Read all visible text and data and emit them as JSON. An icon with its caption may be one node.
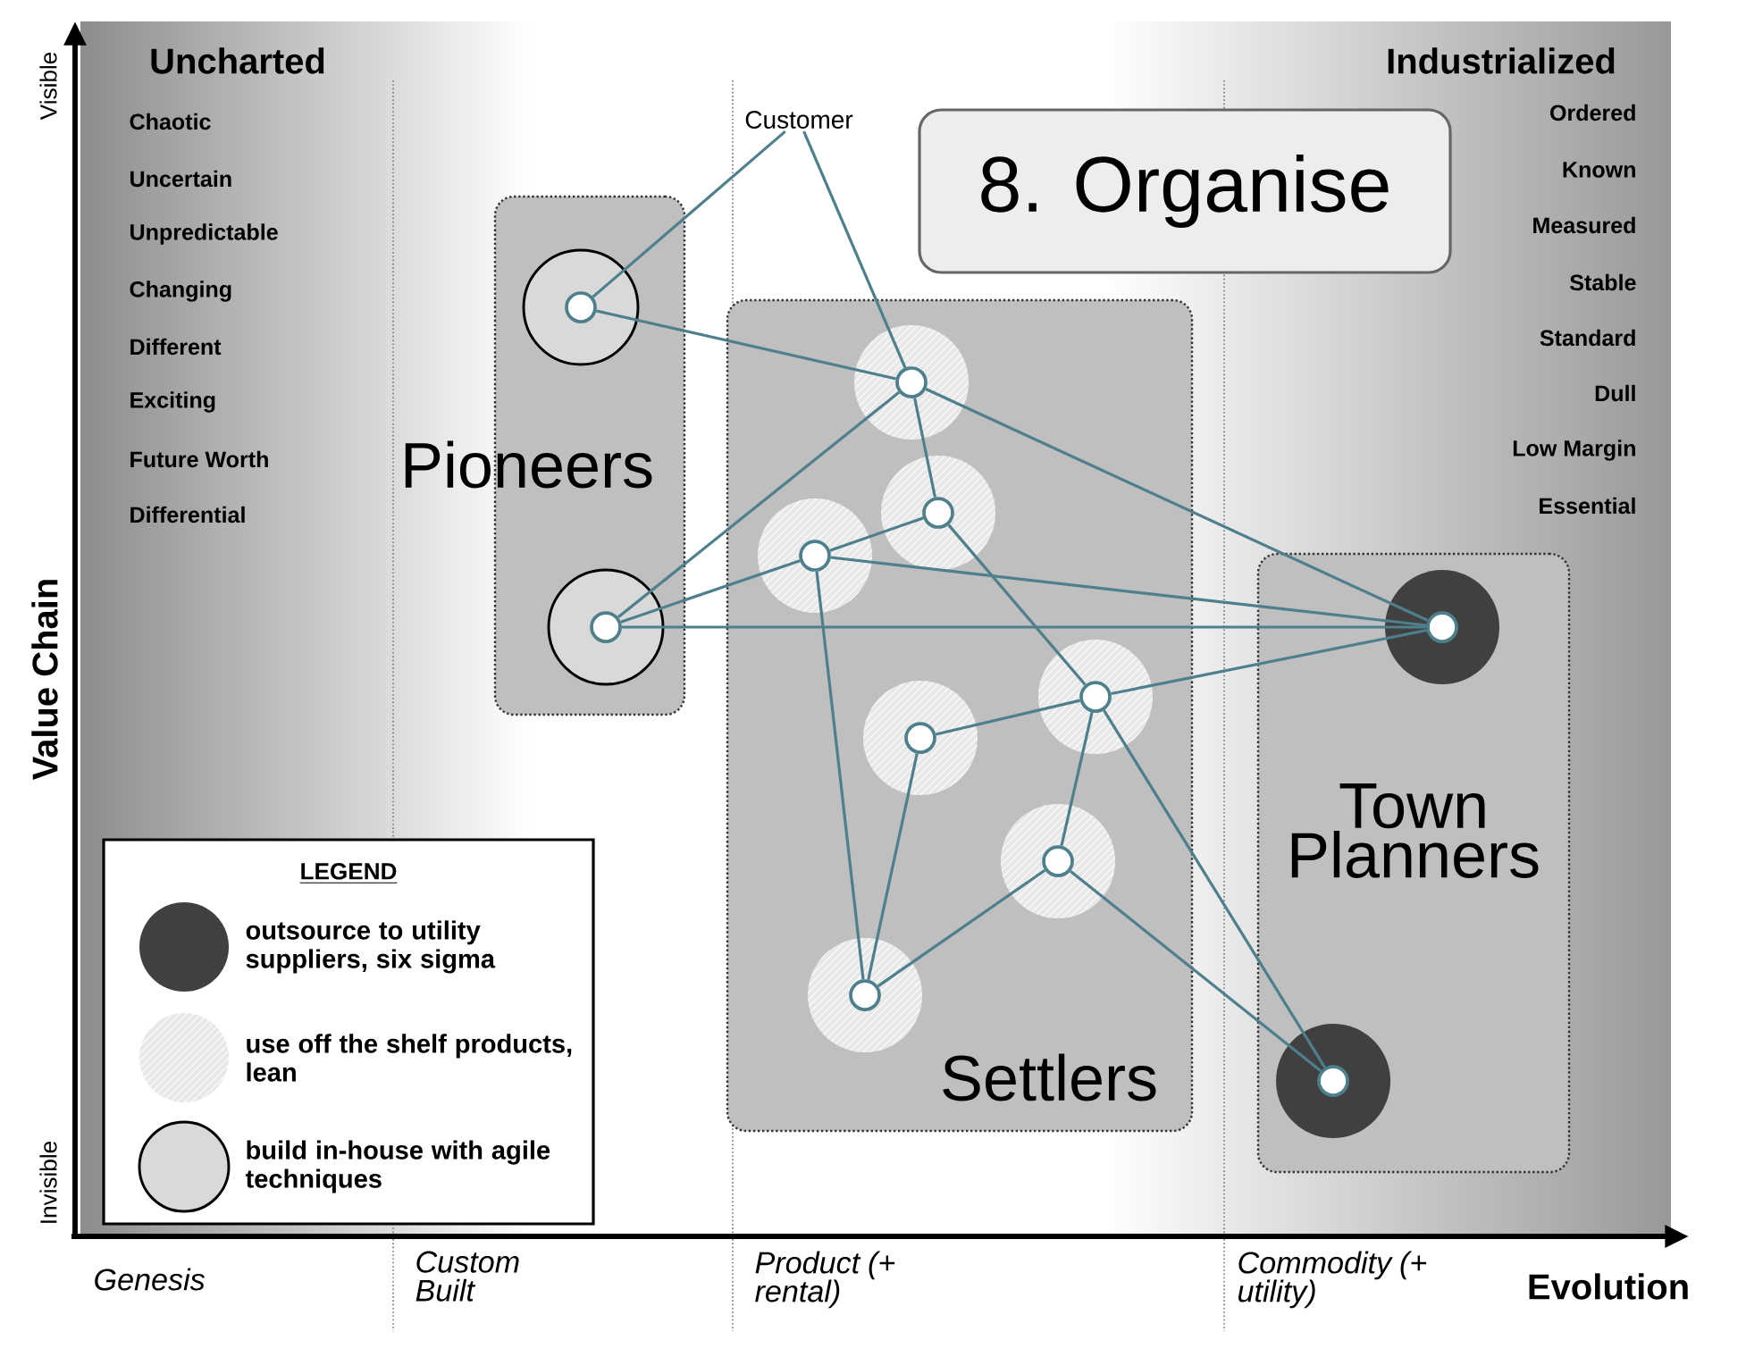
{
  "diagram": {
    "title": "8. Organise",
    "nodes": [
      {
        "text": [
          "Pioneers"
        ]
      },
      {
        "text": [
          "Settlers"
        ]
      },
      {
        "text": [
          "Town Planners"
        ]
      },
      {
        "text": [
          "Customer"
        ]
      },
      {
        "text": [],
        "shape": "circle",
        "in": 0
      },
      {
        "text": [],
        "shape": "circle",
        "in": 0
      },
      {
        "text": [],
        "shape": "circle",
        "in": 1
      },
      {
        "text": [],
        "shape": "circle",
        "in": 1
      },
      {
        "text": [],
        "shape": "circle",
        "in": 1
      },
      {
        "text": [],
        "shape": "circle",
        "in": 1
      },
      {
        "text": [],
        "shape": "circle",
        "in": 1
      },
      {
        "text": [],
        "shape": "circle",
        "in": 1
      },
      {
        "text": [],
        "shape": "circle",
        "in": 1
      },
      {
        "text": [],
        "shape": "circle",
        "in": 2
      },
      {
        "text": [],
        "shape": "circle",
        "in": 2
      }
    ],
    "edges": [
      {
        "from": 3,
        "to": 4,
        "arrow": "none"
      },
      {
        "from": 3,
        "to": 6,
        "arrow": "none"
      },
      {
        "from": 4,
        "to": 6,
        "arrow": "none"
      },
      {
        "from": 6,
        "to": 5,
        "arrow": "none"
      },
      {
        "from": 6,
        "to": 7,
        "arrow": "none"
      },
      {
        "from": 6,
        "to": 13,
        "arrow": "none"
      },
      {
        "from": 5,
        "to": 8,
        "arrow": "none"
      },
      {
        "from": 5,
        "to": 13,
        "arrow": "none"
      },
      {
        "from": 8,
        "to": 7,
        "arrow": "none"
      },
      {
        "from": 8,
        "to": 13,
        "arrow": "none"
      },
      {
        "from": 7,
        "to": 9,
        "arrow": "none"
      },
      {
        "from": 8,
        "to": 12,
        "arrow": "none"
      },
      {
        "from": 9,
        "to": 13,
        "arrow": "none"
      },
      {
        "from": 9,
        "to": 10,
        "arrow": "none"
      },
      {
        "from": 9,
        "to": 11,
        "arrow": "none"
      },
      {
        "from": 9,
        "to": 14,
        "arrow": "none"
      },
      {
        "from": 10,
        "to": 12,
        "arrow": "none"
      },
      {
        "from": 11,
        "to": 12,
        "arrow": "none"
      },
      {
        "from": 11,
        "to": 14,
        "arrow": "none"
      }
    ],
    "labels": [
      "Visible",
      "Uncharted",
      "Chaotic",
      "Uncertain",
      "Unpredictable",
      "Changing",
      "Different",
      "Exciting",
      "Future Worth",
      "Differential",
      "Industrialized",
      "Ordered",
      "Known",
      "Measured",
      "Stable",
      "Standard",
      "Dull",
      "Low Margin",
      "Essential",
      "Value Chain",
      "LEGEND",
      "Invisible",
      "Genesis",
      "Custom Built",
      "Product (+ rental)",
      "Commodity (+ utility)",
      "Evolution"
    ],
    "legend": [
      {
        "text": "outsource to utility suppliers, six sigma",
        "color": "#404040"
      },
      {
        "text": "use off the shelf products, lean",
        "color": "#e8e8e8"
      },
      {
        "text": "build in-house with agile techniques",
        "color": "#d9d9d9"
      }
    ]
  }
}
